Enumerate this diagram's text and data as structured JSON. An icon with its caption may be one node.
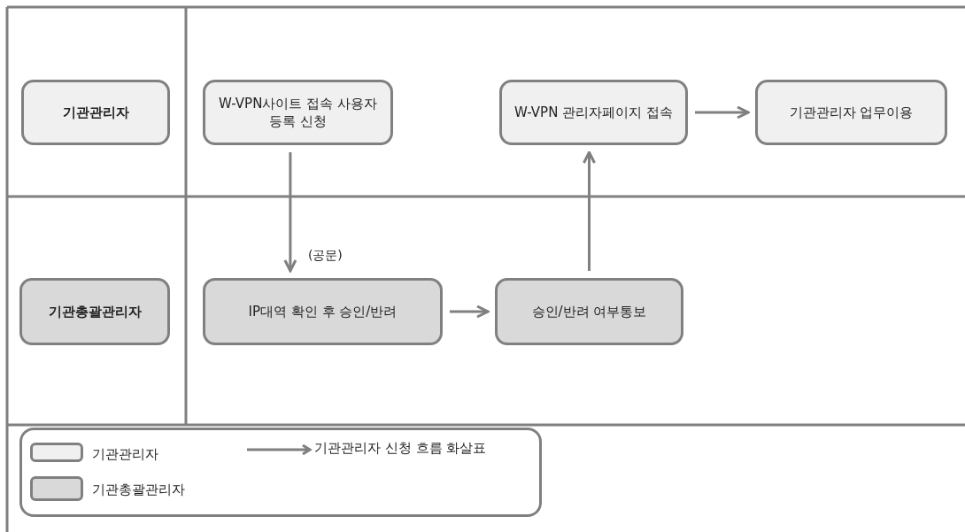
{
  "diagram": {
    "nodes": [
      {
        "text": [
          "기관관리자"
        ]
      },
      {
        "text": [
          "W-VPN사이트 접속 사용자 등록 신청"
        ]
      },
      {
        "text": [
          "W-VPN 관리자페이지 접속"
        ]
      },
      {
        "text": [
          "기관관리자 업무이용"
        ]
      },
      {
        "text": [
          "기관총괄관리자"
        ]
      },
      {
        "text": [
          "IP대역 확인 후 승인/반려"
        ]
      },
      {
        "text": [
          "승인/반려 여부통보"
        ]
      }
    ],
    "edges": [
      {
        "from": 1,
        "to": 5,
        "arrow": "to",
        "label": "(공문)"
      },
      {
        "from": 5,
        "to": 6,
        "arrow": "to"
      },
      {
        "from": 6,
        "to": 2,
        "arrow": "to"
      },
      {
        "from": 2,
        "to": 3,
        "arrow": "to"
      }
    ],
    "legend": [
      {
        "text": "기관관리자",
        "color": "#f0f0f0"
      },
      {
        "text": "기관총괄관리자",
        "color": "#d9d9d9"
      },
      {
        "text": "기관관리자 신청 흐름 화살표"
      }
    ]
  }
}
